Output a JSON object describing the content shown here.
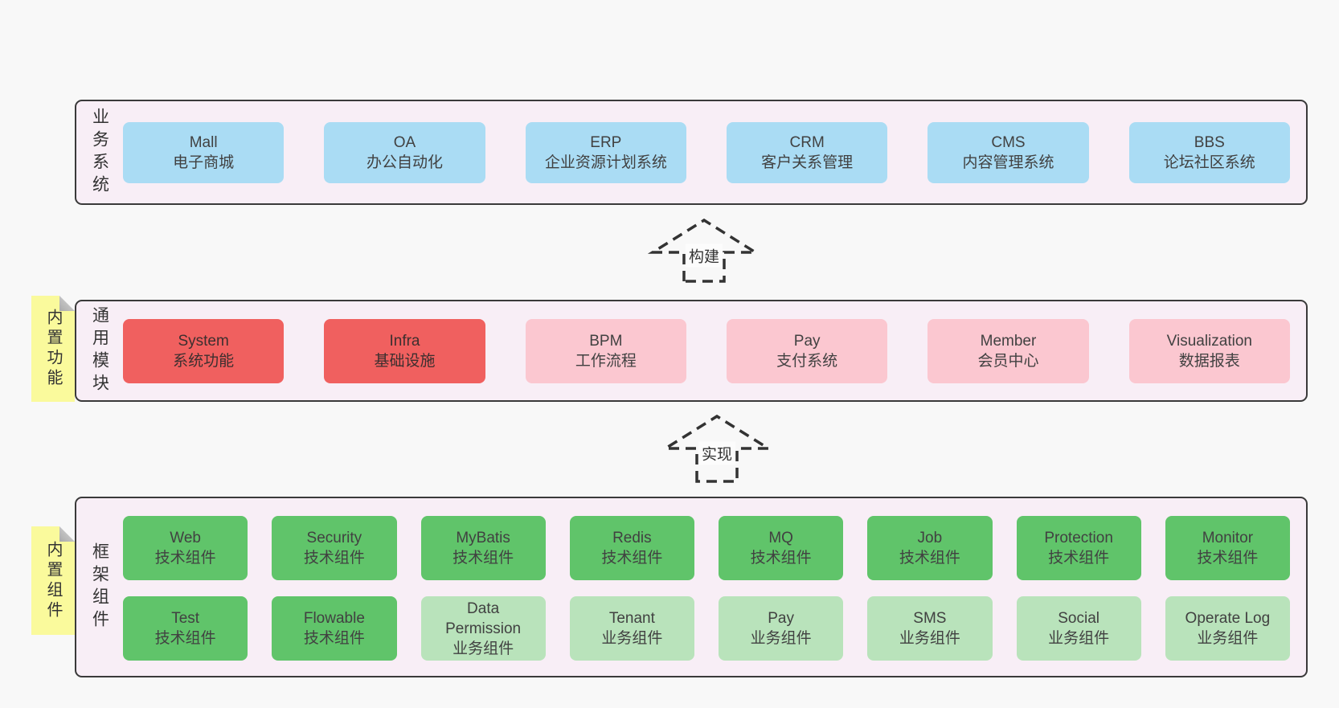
{
  "colors": {
    "page_bg": "#f8f8f8",
    "band_bg": "#f8eef6",
    "band_border": "#3a3a3a",
    "blue_box": "#aadcf4",
    "red_box": "#f0605f",
    "pink_box": "#fbc7d0",
    "green_box": "#60c46a",
    "light_green_box": "#b9e3bb",
    "sticky_note": "#fafa9c"
  },
  "arrows": [
    {
      "label": "构建"
    },
    {
      "label": "实现"
    }
  ],
  "bands": [
    {
      "label": "业务系统",
      "items": [
        {
          "name": "Mall",
          "desc": "电子商城"
        },
        {
          "name": "OA",
          "desc": "办公自动化"
        },
        {
          "name": "ERP",
          "desc": "企业资源计划系统"
        },
        {
          "name": "CRM",
          "desc": "客户关系管理"
        },
        {
          "name": "CMS",
          "desc": "内容管理系统"
        },
        {
          "name": "BBS",
          "desc": "论坛社区系统"
        }
      ]
    },
    {
      "label": "通用模块",
      "sticky": "内置功能",
      "items": [
        {
          "name": "System",
          "desc": "系统功能"
        },
        {
          "name": "Infra",
          "desc": "基础设施"
        },
        {
          "name": "BPM",
          "desc": "工作流程"
        },
        {
          "name": "Pay",
          "desc": "支付系统"
        },
        {
          "name": "Member",
          "desc": "会员中心"
        },
        {
          "name": "Visualization",
          "desc": "数据报表"
        }
      ]
    },
    {
      "label": "框架组件",
      "sticky": "内置组件",
      "rows": [
        [
          {
            "name": "Web",
            "desc": "技术组件"
          },
          {
            "name": "Security",
            "desc": "技术组件"
          },
          {
            "name": "MyBatis",
            "desc": "技术组件"
          },
          {
            "name": "Redis",
            "desc": "技术组件"
          },
          {
            "name": "MQ",
            "desc": "技术组件"
          },
          {
            "name": "Job",
            "desc": "技术组件"
          },
          {
            "name": "Protection",
            "desc": "技术组件"
          },
          {
            "name": "Monitor",
            "desc": "技术组件"
          }
        ],
        [
          {
            "name": "Test",
            "desc": "技术组件"
          },
          {
            "name": "Flowable",
            "desc": "技术组件"
          },
          {
            "name": "Data Permission",
            "desc": "业务组件"
          },
          {
            "name": "Tenant",
            "desc": "业务组件"
          },
          {
            "name": "Pay",
            "desc": "业务组件"
          },
          {
            "name": "SMS",
            "desc": "业务组件"
          },
          {
            "name": "Social",
            "desc": "业务组件"
          },
          {
            "name": "Operate Log",
            "desc": "业务组件"
          }
        ]
      ]
    }
  ]
}
